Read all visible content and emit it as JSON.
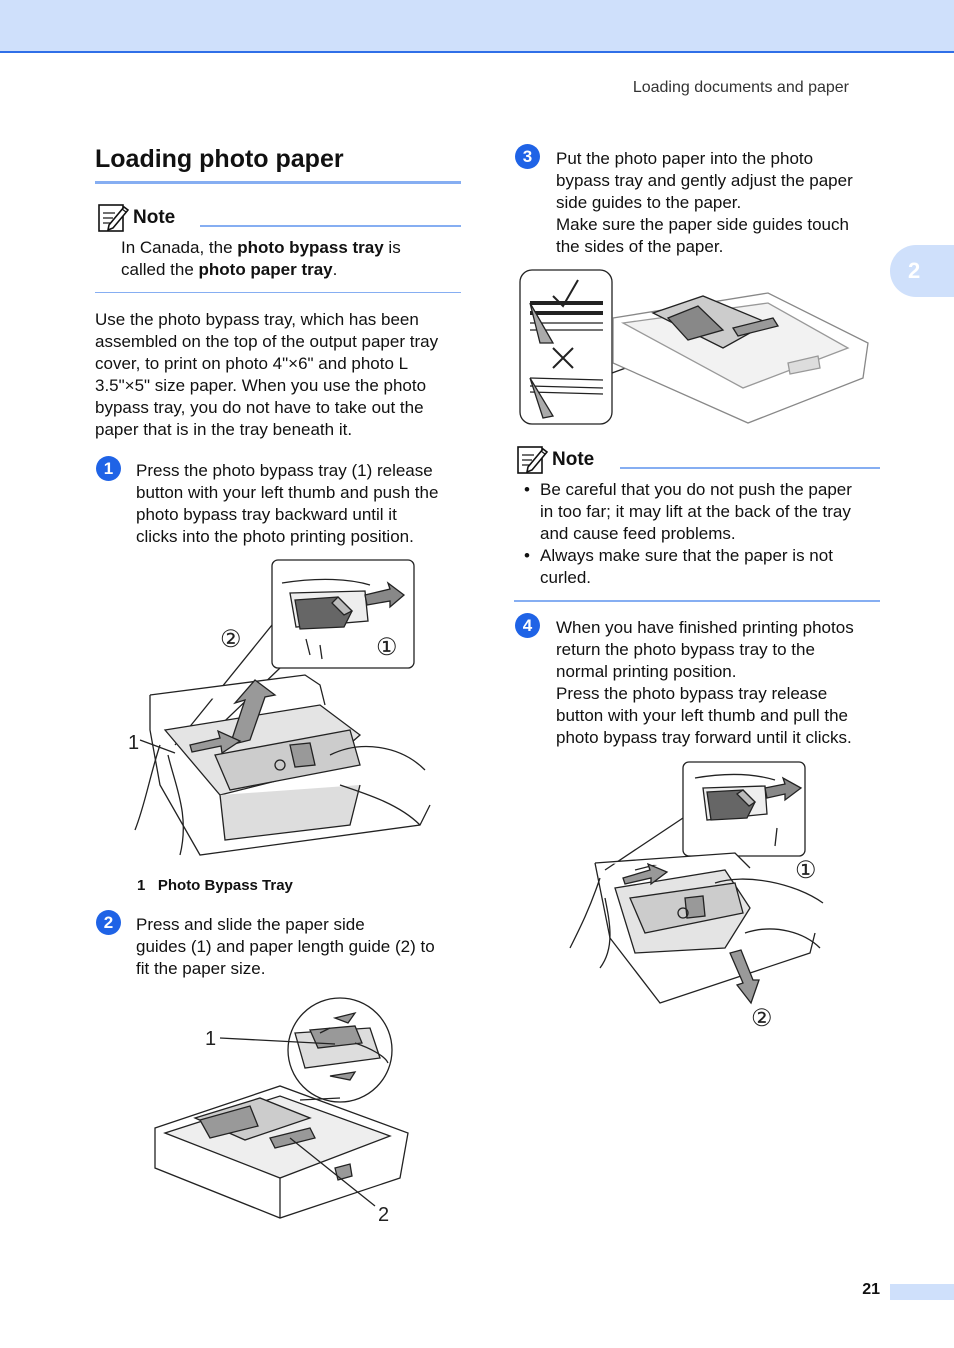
{
  "header": {
    "running_head": "Loading documents and paper",
    "chapter": "2"
  },
  "footer": {
    "page_number": "21"
  },
  "section": {
    "title": "Loading photo paper"
  },
  "note1": {
    "label": "Note",
    "line1_pre": "In Canada, the ",
    "line1_bold": "photo bypass tray",
    "line1_post": " is",
    "line2_pre": "called the ",
    "line2_bold": "photo paper tray",
    "line2_post": "."
  },
  "intro": [
    "Use the photo bypass tray, which has been",
    "assembled on the top of the output paper tray",
    "cover, to print on photo 4\"×6\" and photo L",
    "3.5\"×5\" size paper. When you use the photo",
    "bypass tray, you do not have to take out the",
    "paper that is in the tray beneath it."
  ],
  "step1": {
    "num": "1",
    "lines": [
      "Press the photo bypass tray (1) release",
      "button with your left thumb and push the",
      "photo bypass tray backward until it",
      "clicks into the photo printing position."
    ],
    "fig_callout_1": "1",
    "fig_circle_1": "①",
    "fig_circle_2": "②",
    "caption_num": "1",
    "caption_text": "Photo Bypass Tray"
  },
  "step2": {
    "num": "2",
    "lines": [
      "Press and slide the paper side",
      "guides (1) and paper length guide (2) to",
      "fit the paper size."
    ],
    "fig_callout_1": "1",
    "fig_callout_2": "2"
  },
  "step3": {
    "num": "3",
    "lines": [
      "Put the photo paper into the photo",
      "bypass tray and gently adjust the paper",
      "side guides to the paper.",
      "Make sure the paper side guides touch",
      "the sides of the paper."
    ]
  },
  "note2": {
    "label": "Note",
    "bullets": [
      [
        "Be careful that you do not push the paper",
        "in too far; it may lift at the back of the tray",
        "and cause feed problems."
      ],
      [
        "Always make sure that the paper is not",
        "curled."
      ]
    ]
  },
  "step4": {
    "num": "4",
    "lines": [
      "When you have finished printing photos",
      "return the photo bypass tray to the",
      "normal printing position.",
      "Press the photo bypass tray release",
      "button with your left thumb and pull the",
      "photo bypass tray forward until it clicks."
    ],
    "fig_circle_1": "①",
    "fig_circle_2": "②"
  }
}
